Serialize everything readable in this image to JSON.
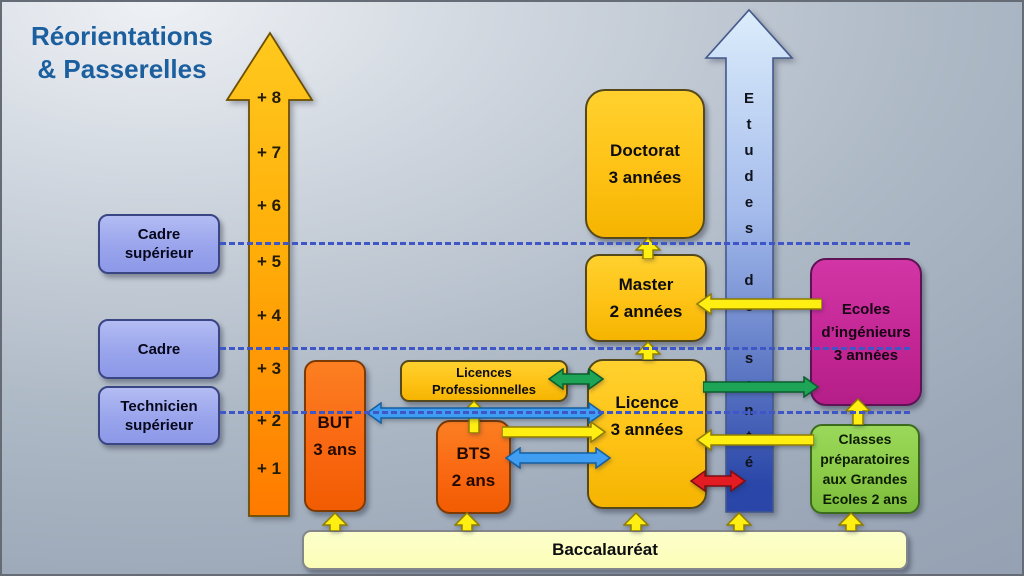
{
  "title": {
    "line1": "Réorientations",
    "line2": "& Passerelles"
  },
  "ladder": {
    "levels": [
      "+ 8",
      "+ 7",
      "+ 6",
      "+ 5",
      "+ 4",
      "+ 3",
      "+ 2",
      "+ 1"
    ]
  },
  "careers": {
    "cadre_superieur": {
      "line1": "Cadre",
      "line2": "supérieur"
    },
    "cadre": {
      "line1": "Cadre"
    },
    "technicien_superieur": {
      "line1": "Technicien",
      "line2": "supérieur"
    }
  },
  "boxes": {
    "doctorat": {
      "line1": "Doctorat",
      "line2": "3 années"
    },
    "master": {
      "line1": "Master",
      "line2": "2 années"
    },
    "licence": {
      "line1": "Licence",
      "line2": "3 années"
    },
    "licences_pro": {
      "line1": "Licences",
      "line2": "Professionnelles"
    },
    "but": {
      "line1": "BUT",
      "line2": "3 ans"
    },
    "bts": {
      "line1": "BTS",
      "line2": "2 ans"
    },
    "ecoles_ingenieurs": {
      "line1": "Ecoles",
      "line2": "d’ingénieurs",
      "line3": "3 années"
    },
    "classes_prepa": {
      "line1": "Classes",
      "line2": "préparatoires",
      "line3": "aux Grandes",
      "line4": "Ecoles 2 ans"
    },
    "baccalaureat": {
      "label": "Baccalauréat"
    }
  },
  "sante": {
    "label": "Etudes de santé"
  },
  "colors": {
    "title_blue": "#1C5F9E",
    "ladder_arrow_top": "#FFC91E",
    "ladder_arrow_bottom": "#FF7A00",
    "career_box": "#99A4EC",
    "gold_box": "#FEC215",
    "orange_box": "#F96812",
    "magenta_box": "#C42795",
    "green_box": "#8CCB48",
    "bac_bar": "#FBFDB7",
    "sante_arrow_top": "#DCEDFB",
    "sante_arrow_bottom": "#2946A8",
    "dashed_line": "#3E56C6",
    "arrow_yellow": "#FFEE12",
    "arrow_blue": "#3F9EF2",
    "arrow_green": "#1EA456",
    "arrow_red": "#E31B23"
  }
}
